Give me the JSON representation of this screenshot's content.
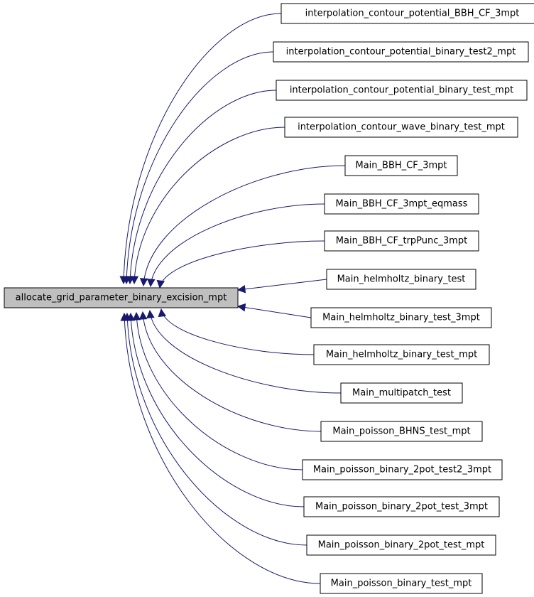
{
  "graph": {
    "root": {
      "label": "allocate_grid_parameter_binary_excision_mpt"
    },
    "callers": [
      {
        "label": "interpolation_contour_potential_BBH_CF_3mpt"
      },
      {
        "label": "interpolation_contour_potential_binary_test2_mpt"
      },
      {
        "label": "interpolation_contour_potential_binary_test_mpt"
      },
      {
        "label": "interpolation_contour_wave_binary_test_mpt"
      },
      {
        "label": "Main_BBH_CF_3mpt"
      },
      {
        "label": "Main_BBH_CF_3mpt_eqmass"
      },
      {
        "label": "Main_BBH_CF_trpPunc_3mpt"
      },
      {
        "label": "Main_helmholtz_binary_test"
      },
      {
        "label": "Main_helmholtz_binary_test_3mpt"
      },
      {
        "label": "Main_helmholtz_binary_test_mpt"
      },
      {
        "label": "Main_multipatch_test"
      },
      {
        "label": "Main_poisson_BHNS_test_mpt"
      },
      {
        "label": "Main_poisson_binary_2pot_test2_3mpt"
      },
      {
        "label": "Main_poisson_binary_2pot_test_3mpt"
      },
      {
        "label": "Main_poisson_binary_2pot_test_mpt"
      },
      {
        "label": "Main_poisson_binary_test_mpt"
      }
    ],
    "colors": {
      "edge": "#191970",
      "root_fill": "#bfbfbf",
      "node_fill": "#ffffff",
      "border": "#000000"
    }
  }
}
